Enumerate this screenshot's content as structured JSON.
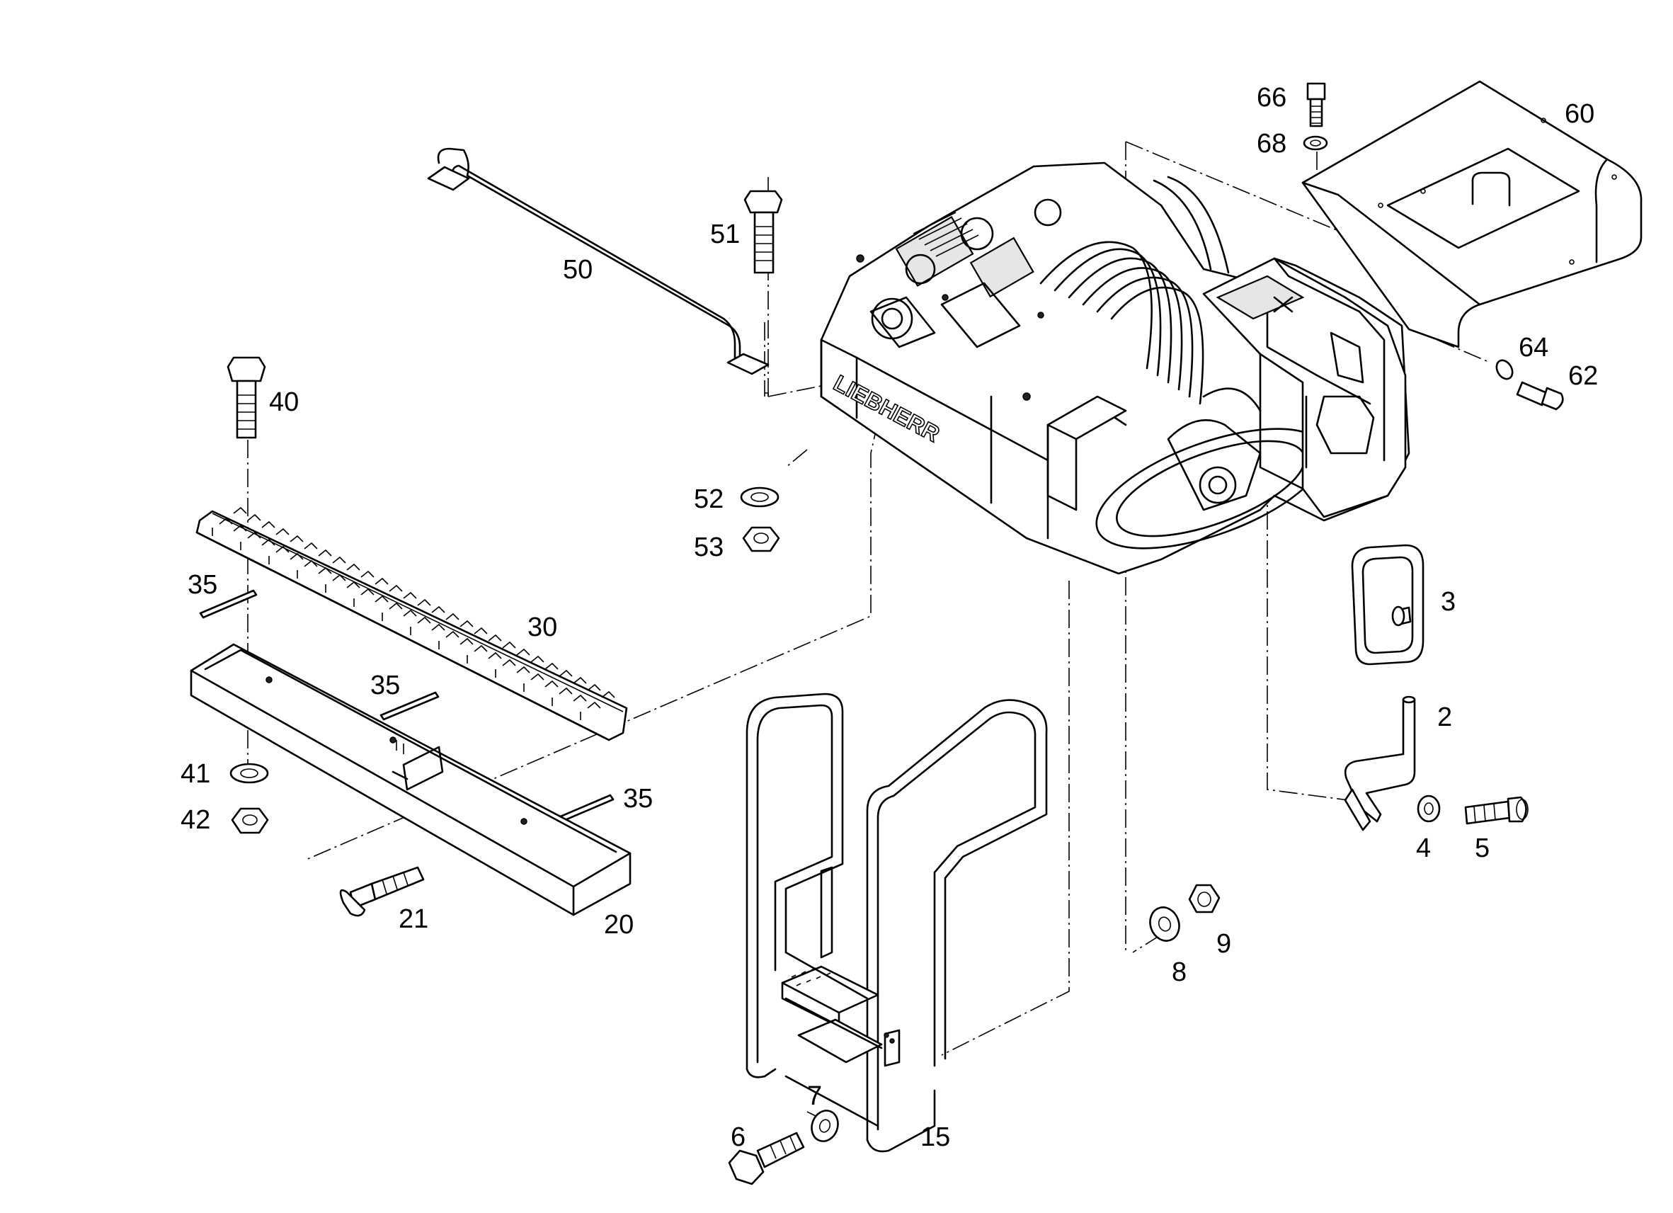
{
  "labels": {
    "p2": "2",
    "p3": "3",
    "p4": "4",
    "p5": "5",
    "p6": "6",
    "p7": "7",
    "p8": "8",
    "p9": "9",
    "p15": "15",
    "p20": "20",
    "p21": "21",
    "p30": "30",
    "p35a": "35",
    "p35b": "35",
    "p35c": "35",
    "p40": "40",
    "p41": "41",
    "p42": "42",
    "p50": "50",
    "p51": "51",
    "p52": "52",
    "p53": "53",
    "p60": "60",
    "p62": "62",
    "p64": "64",
    "p66": "66",
    "p68": "68"
  },
  "machine_lettering": "LIEBHERR"
}
